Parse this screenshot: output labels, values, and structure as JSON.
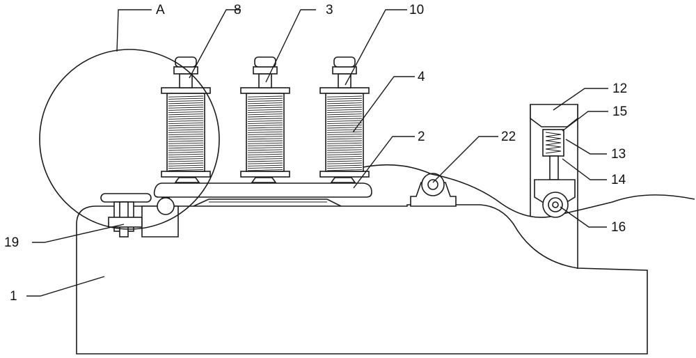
{
  "labels": {
    "A": "A",
    "n8": "8",
    "n3": "3",
    "n10": "10",
    "n4": "4",
    "n2": "2",
    "n22": "22",
    "n12": "12",
    "n15": "15",
    "n13": "13",
    "n14": "14",
    "n16": "16",
    "n19": "19",
    "n1": "1"
  }
}
